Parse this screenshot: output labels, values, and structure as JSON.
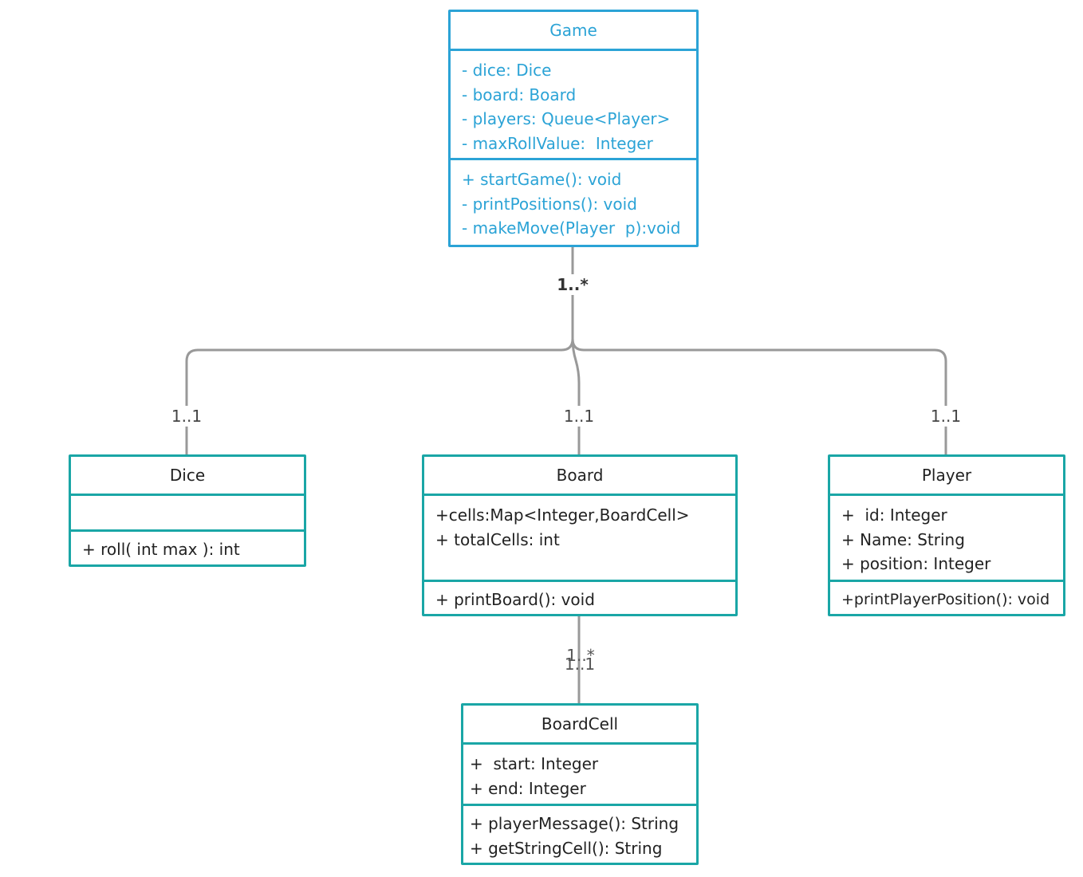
{
  "classes": {
    "game": {
      "name": "Game",
      "attributes": [
        "- dice: Dice",
        "- board: Board",
        "- players: Queue<Player>",
        "- maxRollValue:  Integer"
      ],
      "methods": [
        "+ startGame(): void",
        "- printPositions(): void",
        "- makeMove(Player  p):void"
      ]
    },
    "dice": {
      "name": "Dice",
      "attributes": [],
      "methods": [
        "+ roll( int max ): int"
      ]
    },
    "board": {
      "name": "Board",
      "attributes": [
        "+cells:Map<Integer,BoardCell>",
        "+ totalCells: int"
      ],
      "methods": [
        "+ printBoard(): void"
      ]
    },
    "player": {
      "name": "Player",
      "attributes": [
        "+  id: Integer",
        "+ Name: String",
        "+ position: Integer"
      ],
      "methods": [
        "+printPlayerPosition(): void"
      ]
    },
    "boardcell": {
      "name": "BoardCell",
      "attributes": [
        "+  start: Integer",
        "+ end: Integer"
      ],
      "methods": [
        "+ playerMessage(): String",
        "+ getStringCell(): String"
      ]
    }
  },
  "multiplicities": {
    "game_side": "1..*",
    "dice_side": "1..1",
    "board_side": "1..1",
    "player_side": "1..1",
    "board_to_cell_a": "1..*",
    "board_to_cell_b": "1..1"
  },
  "colors": {
    "teal_border": "#1aa6a6",
    "blue_text": "#2ba3d6",
    "connector": "#999999"
  }
}
